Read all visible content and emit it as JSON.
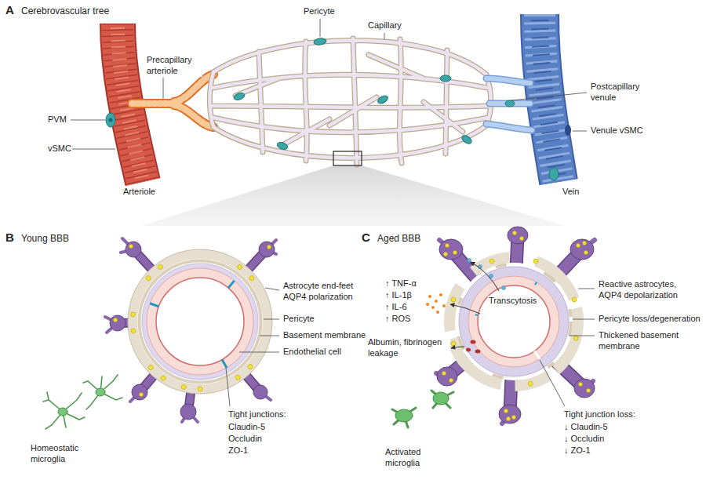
{
  "diagram": {
    "labels": [
      "A",
      "Cerebrovascular tree",
      "Pericyte",
      "Capillary",
      "Precapillary arteriole",
      "Postcapillary venule",
      "Venule vSMC",
      "PVM",
      "vSMC",
      "Arteriole",
      "Vein",
      "B",
      "Young BBB",
      "Astrocyte end-feet AQP4 polarization",
      "Pericyte",
      "Basement membrane",
      "Endothelial cell",
      "Tight junctions:",
      "Claudin-5",
      "Occludin",
      "ZO-1",
      "Homeostatic microglia",
      "C",
      "Aged BBB",
      "↑ TNF-α",
      "↑ IL-1β",
      "↑ IL-6",
      "↑ ROS",
      "Transcytosis",
      "Reactive astrocytes, AQP4 depolarization",
      "Pericyte loss/degeneration",
      "Thickened basement membrane",
      "Albumin, fibrinogen leakage",
      "Tight junction loss:",
      "↓ Claudin-5",
      "↓ Occludin",
      "↓ ZO-1",
      "Activated microglia"
    ]
  }
}
